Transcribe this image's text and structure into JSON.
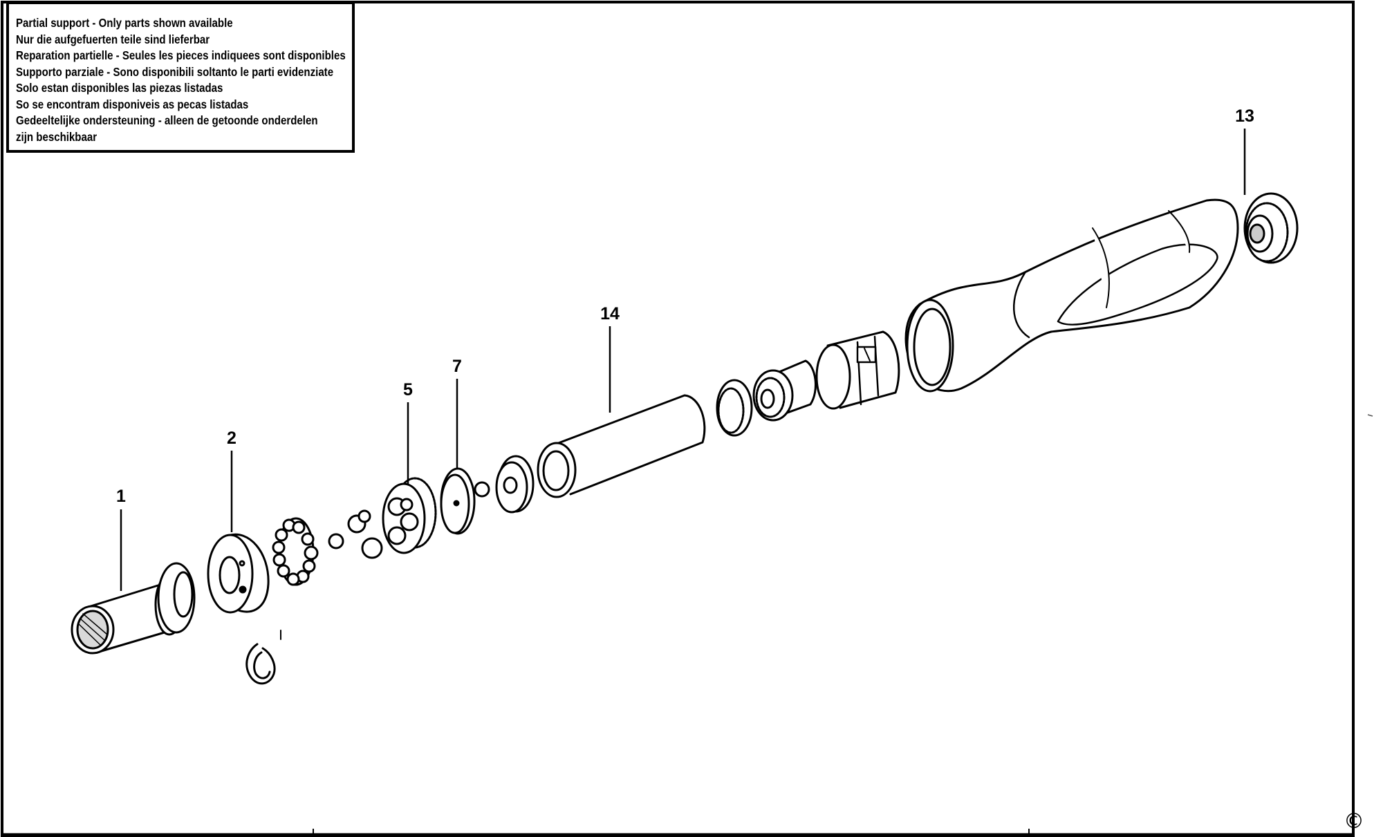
{
  "notice": {
    "lines": [
      "Partial support - Only parts shown available",
      "Nur die aufgefuerten teile sind lieferbar",
      "Reparation partielle - Seules les pieces indiquees sont disponibles",
      "Supporto parziale - Sono disponibili soltanto le parti evidenziate",
      "Solo estan disponibles las piezas listadas",
      "So se encontram disponiveis as pecas listadas",
      "Gedeeltelijke ondersteuning - alleen de getoonde onderdelen",
      "zijn beschikbaar"
    ]
  },
  "callouts": {
    "part_1": "1",
    "part_2": "2",
    "part_5": "5",
    "part_7": "7",
    "part_13": "13",
    "part_14": "14"
  },
  "copyright": "©"
}
